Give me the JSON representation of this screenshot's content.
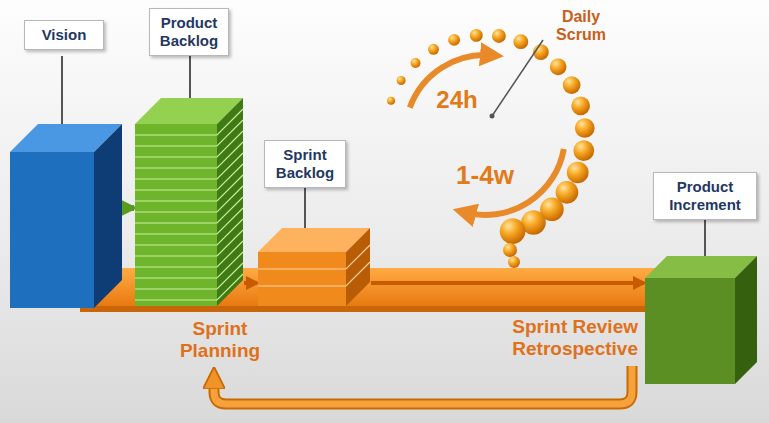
{
  "diagram": {
    "nodes": [
      {
        "text": [
          "Vision"
        ]
      },
      {
        "text": [
          "Product Backlog"
        ]
      },
      {
        "text": [
          "Sprint Backlog"
        ]
      },
      {
        "text": [
          "Product Increment"
        ]
      }
    ],
    "edges": [
      {
        "from": 0,
        "to": 1,
        "arrow": "to"
      },
      {
        "from": 1,
        "to": 2,
        "arrow": "to"
      },
      {
        "from": 2,
        "to": 3,
        "arrow": "to"
      }
    ],
    "labels": [
      "24h",
      "Daily Scrum",
      "1-4w",
      "Sprint Planning",
      "Sprint Review Retrospective"
    ]
  }
}
